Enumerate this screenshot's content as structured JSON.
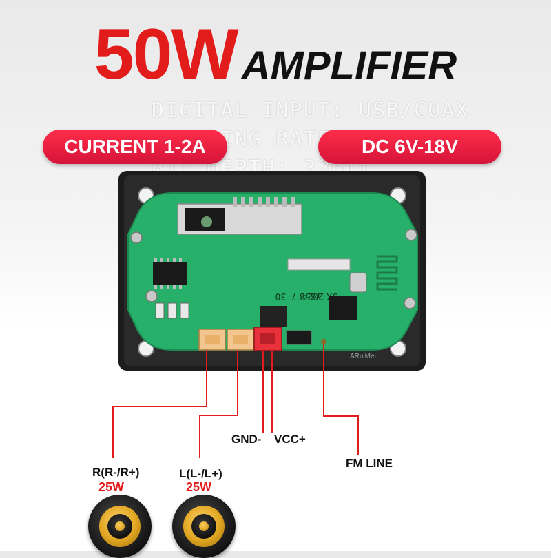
{
  "title": {
    "main": "50W",
    "sub": "AMPLIFIER"
  },
  "background_text": [
    "DIGITAL INPUT: USB/COAX",
    "SAMPLING RATE: 384kHz",
    "BIT DEPTH: 32bit"
  ],
  "badges": {
    "current": "CURRENT 1-2A",
    "voltage": "DC 6V-18V"
  },
  "board": {
    "model": "JX-Y35B",
    "date": "2024-7-30",
    "brand_watermark": "ARuiMei"
  },
  "labels": {
    "gnd": "GND-",
    "vcc": "VCC+",
    "fm": "FM LINE",
    "right_channel": "R(R-/R+)",
    "right_power": "25W",
    "left_channel": "L(L-/L+)",
    "left_power": "25W"
  },
  "colors": {
    "accent_red": "#e21b1b",
    "pcb_green": "#27b06a",
    "wire_red": "#e21b1b"
  }
}
